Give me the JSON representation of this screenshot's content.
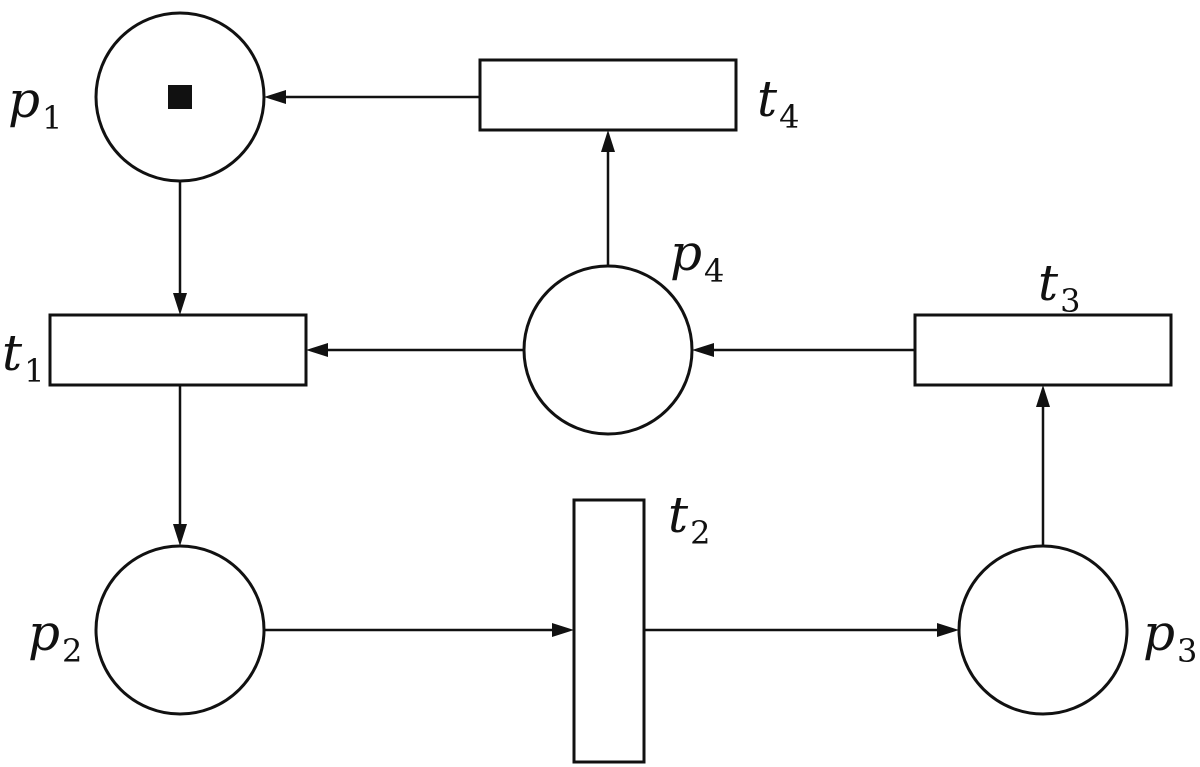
{
  "places": [
    {
      "id": "p1",
      "letter": "p",
      "sub": "1",
      "tokens": 1
    },
    {
      "id": "p2",
      "letter": "p",
      "sub": "2",
      "tokens": 0
    },
    {
      "id": "p3",
      "letter": "p",
      "sub": "3",
      "tokens": 0
    },
    {
      "id": "p4",
      "letter": "p",
      "sub": "4",
      "tokens": 0
    }
  ],
  "transitions": [
    {
      "id": "t1",
      "letter": "t",
      "sub": "1"
    },
    {
      "id": "t2",
      "letter": "t",
      "sub": "2"
    },
    {
      "id": "t3",
      "letter": "t",
      "sub": "3"
    },
    {
      "id": "t4",
      "letter": "t",
      "sub": "4"
    }
  ],
  "arcs": [
    {
      "from": "p1",
      "to": "t1"
    },
    {
      "from": "t1",
      "to": "p2"
    },
    {
      "from": "p2",
      "to": "t2"
    },
    {
      "from": "t2",
      "to": "p3"
    },
    {
      "from": "p3",
      "to": "t3"
    },
    {
      "from": "t3",
      "to": "p4"
    },
    {
      "from": "p4",
      "to": "t1"
    },
    {
      "from": "p4",
      "to": "t4"
    },
    {
      "from": "t4",
      "to": "p1"
    }
  ],
  "colors": {
    "stroke": "#111111",
    "background": "#ffffff"
  }
}
